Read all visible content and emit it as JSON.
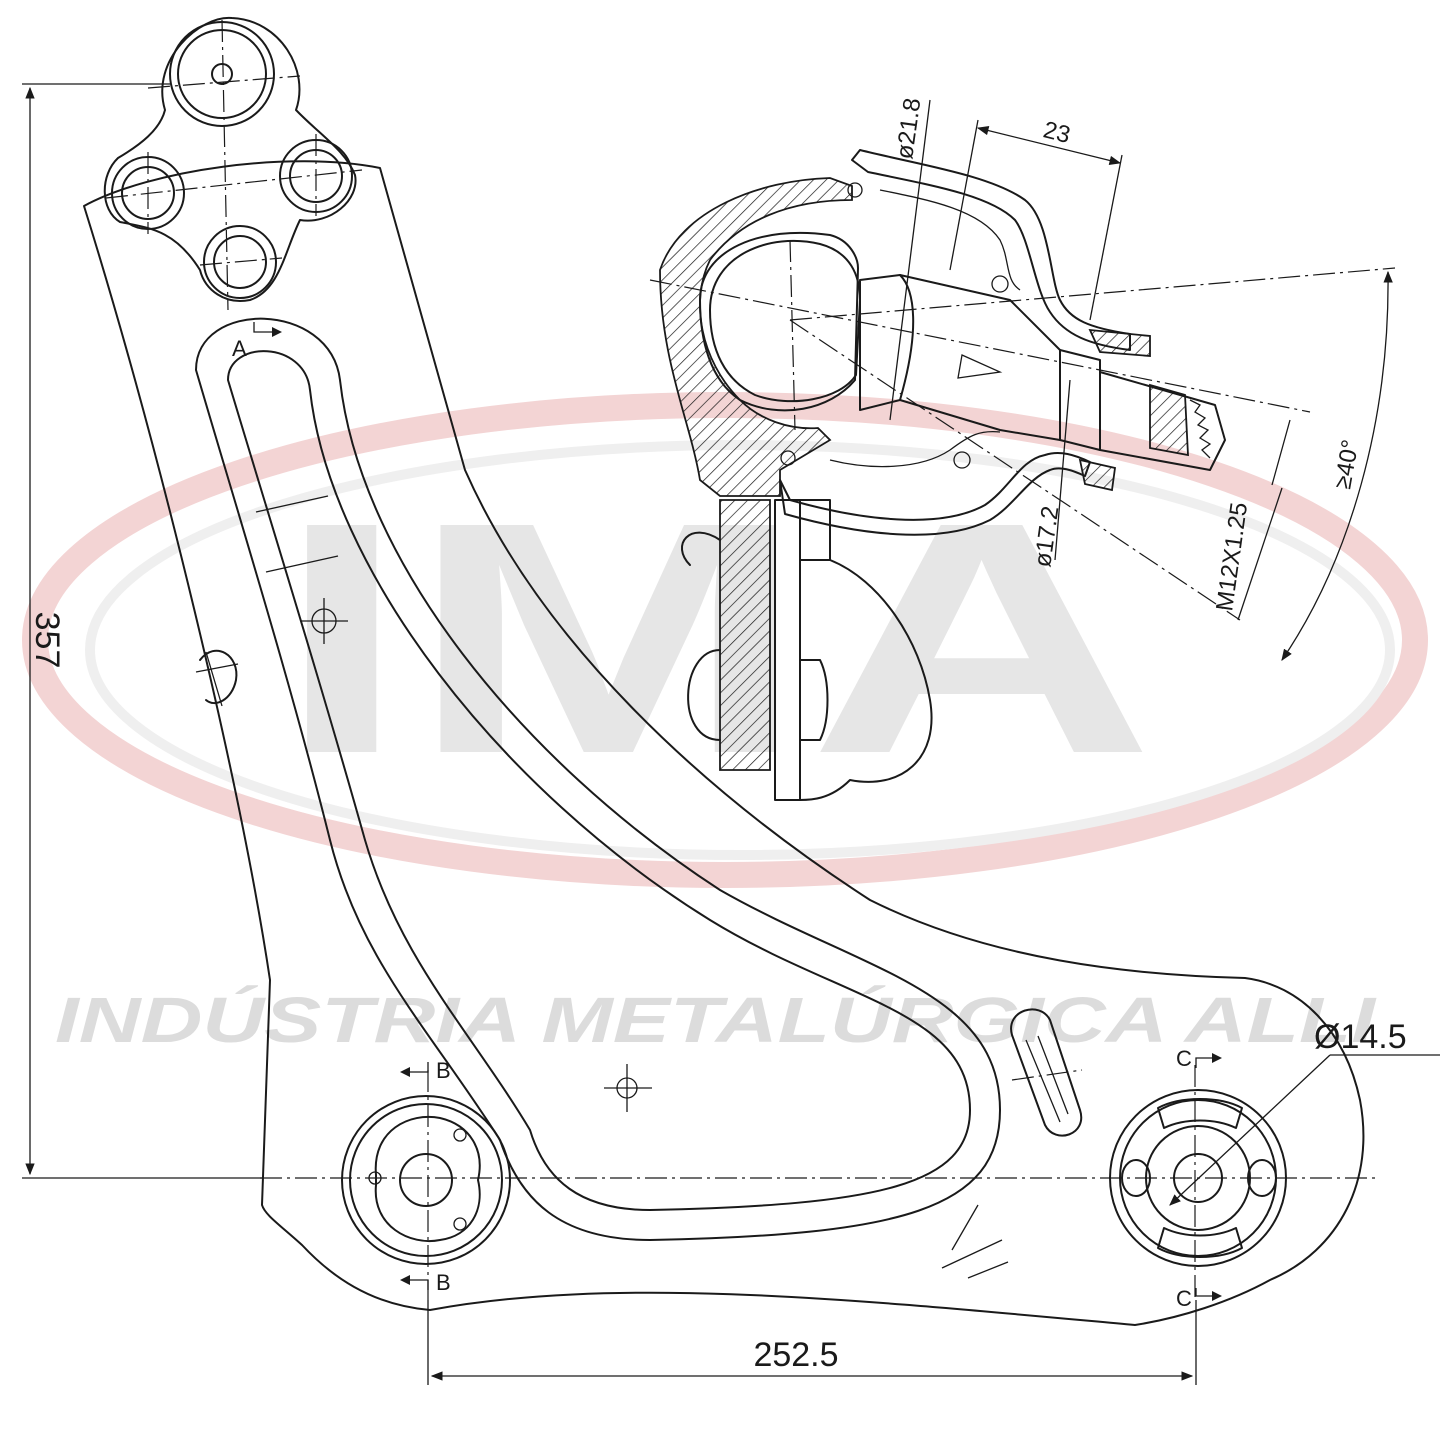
{
  "watermark": {
    "logo_letters": "IMA",
    "company_name": "INDÚSTRIA METALÚRGICA ALLI",
    "colors": {
      "ring": "#f3d4d4",
      "letters": "#e6e6e6",
      "text": "#dcdcdc"
    }
  },
  "dimensions": {
    "height": "357",
    "width": "252.5",
    "bushing_diameter": "Ø14.5",
    "boot_diameter": "ø21.8",
    "stud_length": "23",
    "stud_diameter": "ø17.2",
    "thread": "M12X1.25",
    "swing_angle": "≥40°"
  },
  "section_labels": {
    "a": "A",
    "b_top": "B",
    "b_bottom": "B",
    "c_top": "C",
    "c_bottom": "C"
  },
  "colors": {
    "line": "#1a1a1a",
    "background": "#ffffff"
  }
}
